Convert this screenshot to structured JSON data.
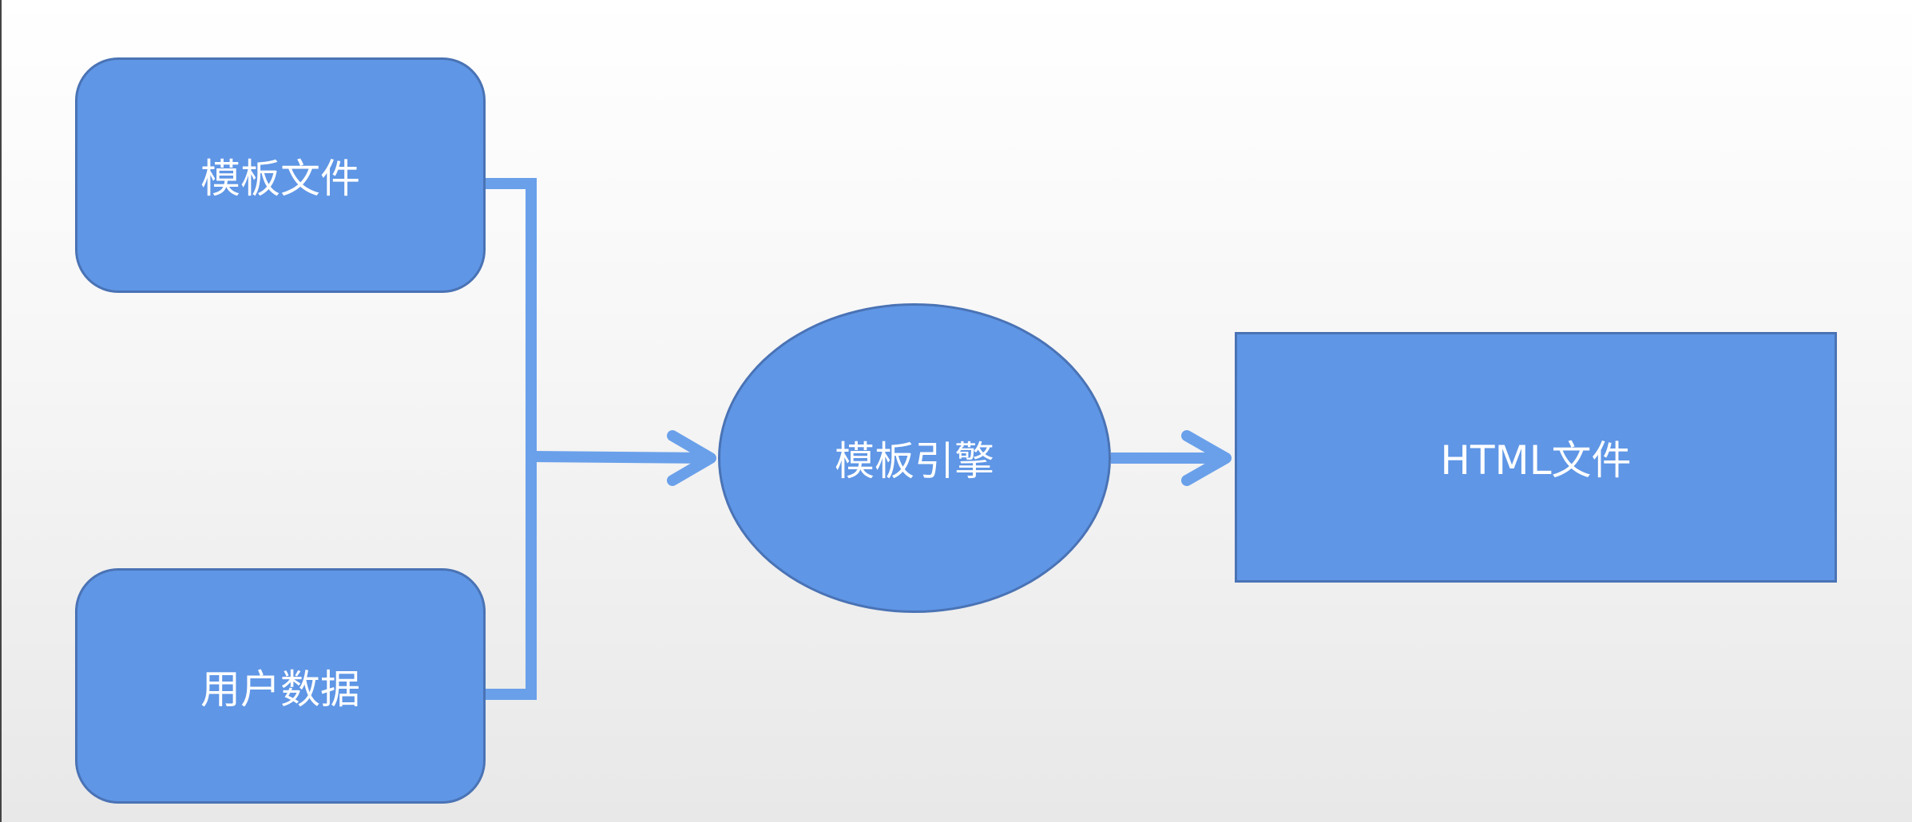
{
  "diagram": {
    "nodes": {
      "template_file": "模板文件",
      "user_data": "用户数据",
      "template_engine": "模板引擎",
      "html_file": "HTML文件"
    },
    "colors": {
      "node_fill": "#5f96e6",
      "node_border": "#4a73b5",
      "connector": "#6aa0ea",
      "text": "#ffffff"
    }
  }
}
